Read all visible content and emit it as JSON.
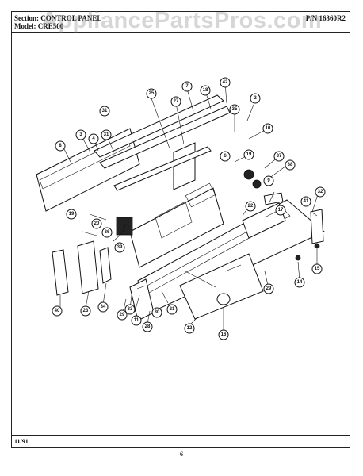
{
  "header": {
    "section_label": "Section:",
    "section_value": "CONTROL PANEL",
    "model_label": "Model:",
    "model_value": "CRE500",
    "part_number": "P/N 16360R2"
  },
  "watermark": "AppliancePartsPros.com",
  "footer": {
    "date": "11/91",
    "page_number": "6"
  },
  "callouts": [
    "2",
    "3",
    "4",
    "6",
    "7",
    "8",
    "9",
    "10",
    "11",
    "12",
    "14",
    "15",
    "16",
    "17",
    "18",
    "19",
    "20",
    "21",
    "22",
    "23",
    "25",
    "27",
    "28",
    "29",
    "30",
    "31",
    "32",
    "33",
    "34",
    "35",
    "36",
    "37",
    "38",
    "39",
    "40",
    "41",
    "42"
  ],
  "colors": {
    "ink": "#111111",
    "watermark": "#787878",
    "paper": "#ffffff"
  }
}
